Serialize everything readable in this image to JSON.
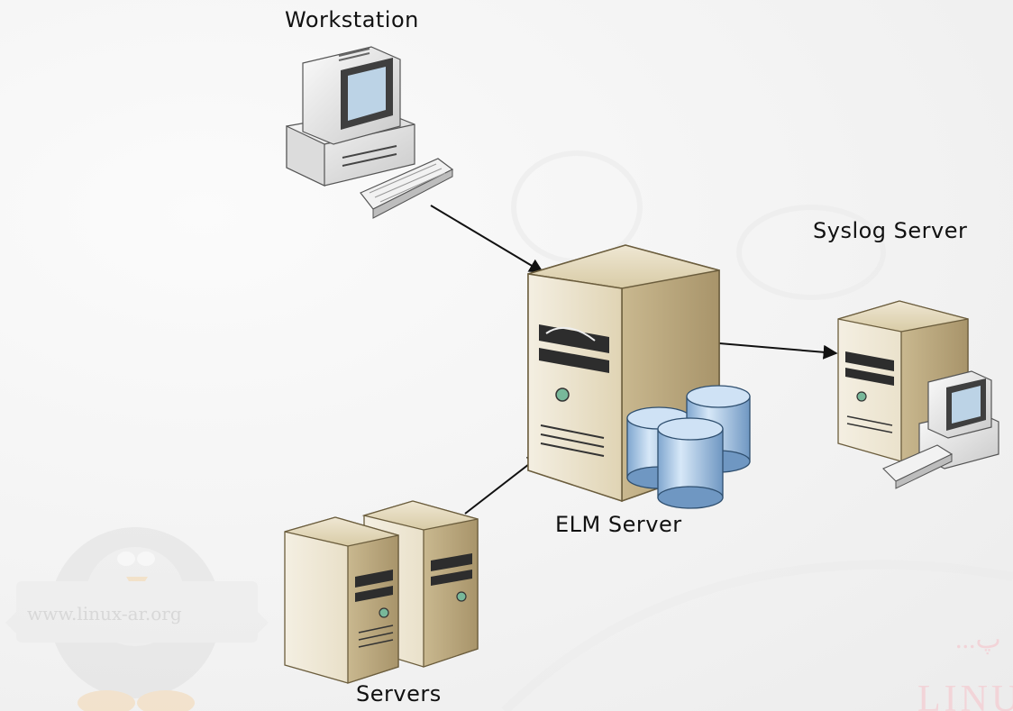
{
  "nodes": {
    "workstation": {
      "label": "Workstation"
    },
    "elm_server": {
      "label": "ELM Server"
    },
    "syslog_server": {
      "label": "Syslog Server"
    },
    "servers": {
      "label": "Servers"
    }
  },
  "edges": [
    {
      "from": "workstation",
      "to": "elm_server"
    },
    {
      "from": "servers",
      "to": "elm_server"
    },
    {
      "from": "elm_server",
      "to": "syslog_server"
    }
  ],
  "watermark": {
    "text": "www.linux-ar.org",
    "corner_text": "LINU",
    "corner_dots": "...پ"
  },
  "colors": {
    "server_body": "#e4d9bd",
    "server_side": "#b9a57c",
    "database": "#a9c9ea",
    "monitor": "#e8e8e8",
    "arrow": "#111111"
  }
}
